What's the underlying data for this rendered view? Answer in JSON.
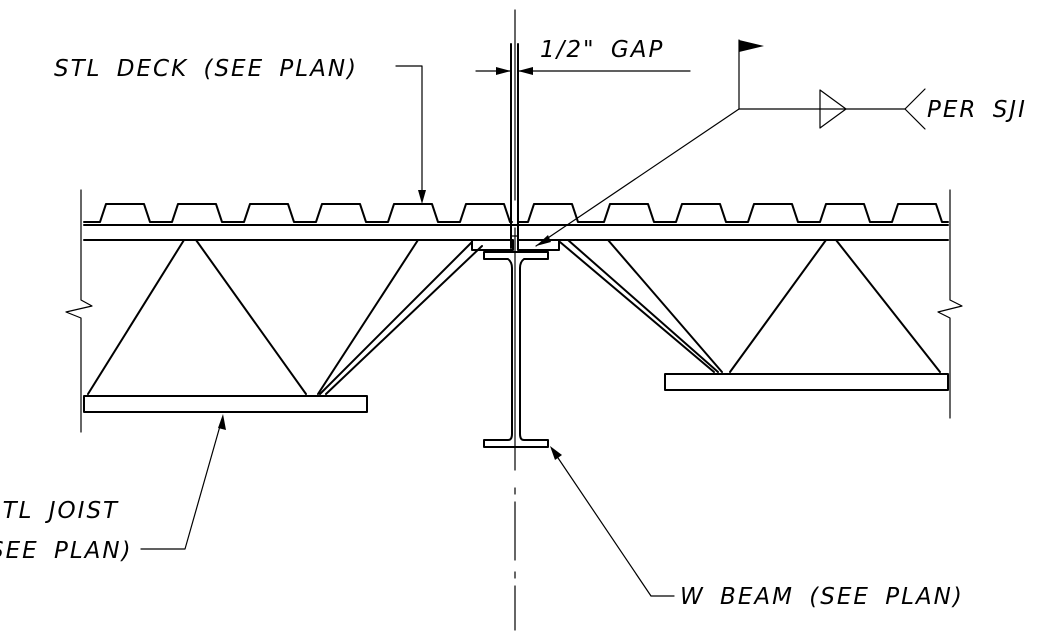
{
  "labels": {
    "deck": "STL DECK (SEE PLAN)",
    "gap": "1/2\" GAP",
    "weld": "PER SJI",
    "joist_line1": "STL JOIST",
    "joist_line2": "(SEE PLAN)",
    "beam": "W BEAM (SEE PLAN)"
  }
}
